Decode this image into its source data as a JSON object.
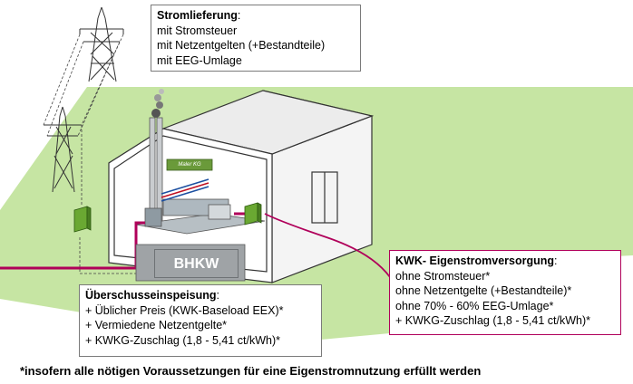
{
  "stromlieferung": {
    "title": "Stromlieferung",
    "title_suffix": ":",
    "lines": [
      "mit Stromsteuer",
      "mit Netzentgelten (+Bestandteile)",
      "mit EEG-Umlage"
    ]
  },
  "ueberschuss": {
    "title": "Überschusseinspeisung",
    "title_suffix": ":",
    "lines": [
      "+ Üblicher Preis (KWK-Baseload EEX)*",
      "+ Vermiedene Netzentgelte*",
      "+ KWKG-Zuschlag (1,8 - 5,41 ct/kWh)*"
    ]
  },
  "kwk": {
    "title": "KWK- Eigenstromversorgung",
    "title_suffix": ":",
    "lines": [
      "ohne Stromsteuer*",
      "ohne Netzentgelte (+Bestandteile)*",
      "ohne 70% - 60% EEG-Umlage*",
      "+ KWKG-Zuschlag (1,8 - 5,41 ct/kWh)*"
    ]
  },
  "bhkw_label": "BHKW",
  "maler_label": "Maler KG",
  "footnote": "*insofern alle nötigen Voraussetzungen für eine Eigenstromnutzung erfüllt werden",
  "colors": {
    "ground": "#c6e5a3",
    "grid_line": "#b0005a",
    "meter": "#6aa832",
    "building_front": "#ffffff",
    "building_side": "#f4f4f4",
    "bhkw_box": "#9fa3a6"
  }
}
